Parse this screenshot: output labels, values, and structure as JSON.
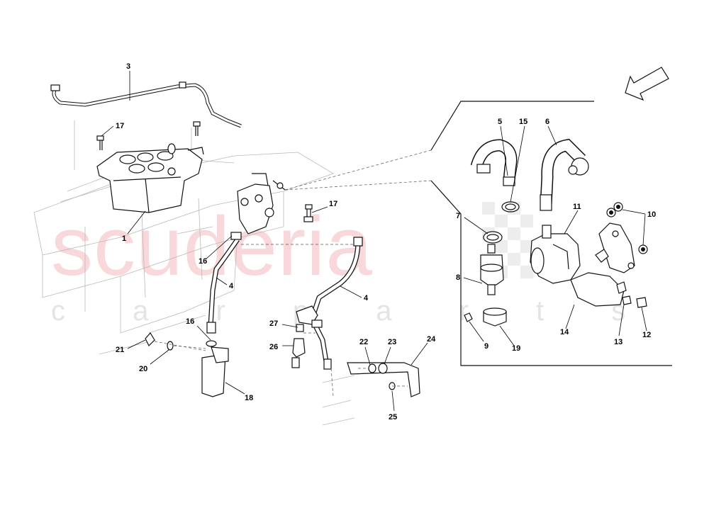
{
  "watermark": {
    "brand": "scuderia",
    "tagline": "c a r p a r t s"
  },
  "callouts": {
    "c1": "1",
    "c3": "3",
    "c4a": "4",
    "c4b": "4",
    "c5": "5",
    "c6": "6",
    "c7": "7",
    "c8": "8",
    "c9": "9",
    "c10": "10",
    "c11": "11",
    "c12": "12",
    "c13": "13",
    "c14": "14",
    "c15": "15",
    "c16a": "16",
    "c16b": "16",
    "c17a": "17",
    "c17b": "17",
    "c18": "18",
    "c19": "19",
    "c20": "20",
    "c21": "21",
    "c22": "22",
    "c23": "23",
    "c24": "24",
    "c25": "25",
    "c26": "26",
    "c27": "27"
  },
  "icons": {
    "direction": "arrow-icon"
  }
}
